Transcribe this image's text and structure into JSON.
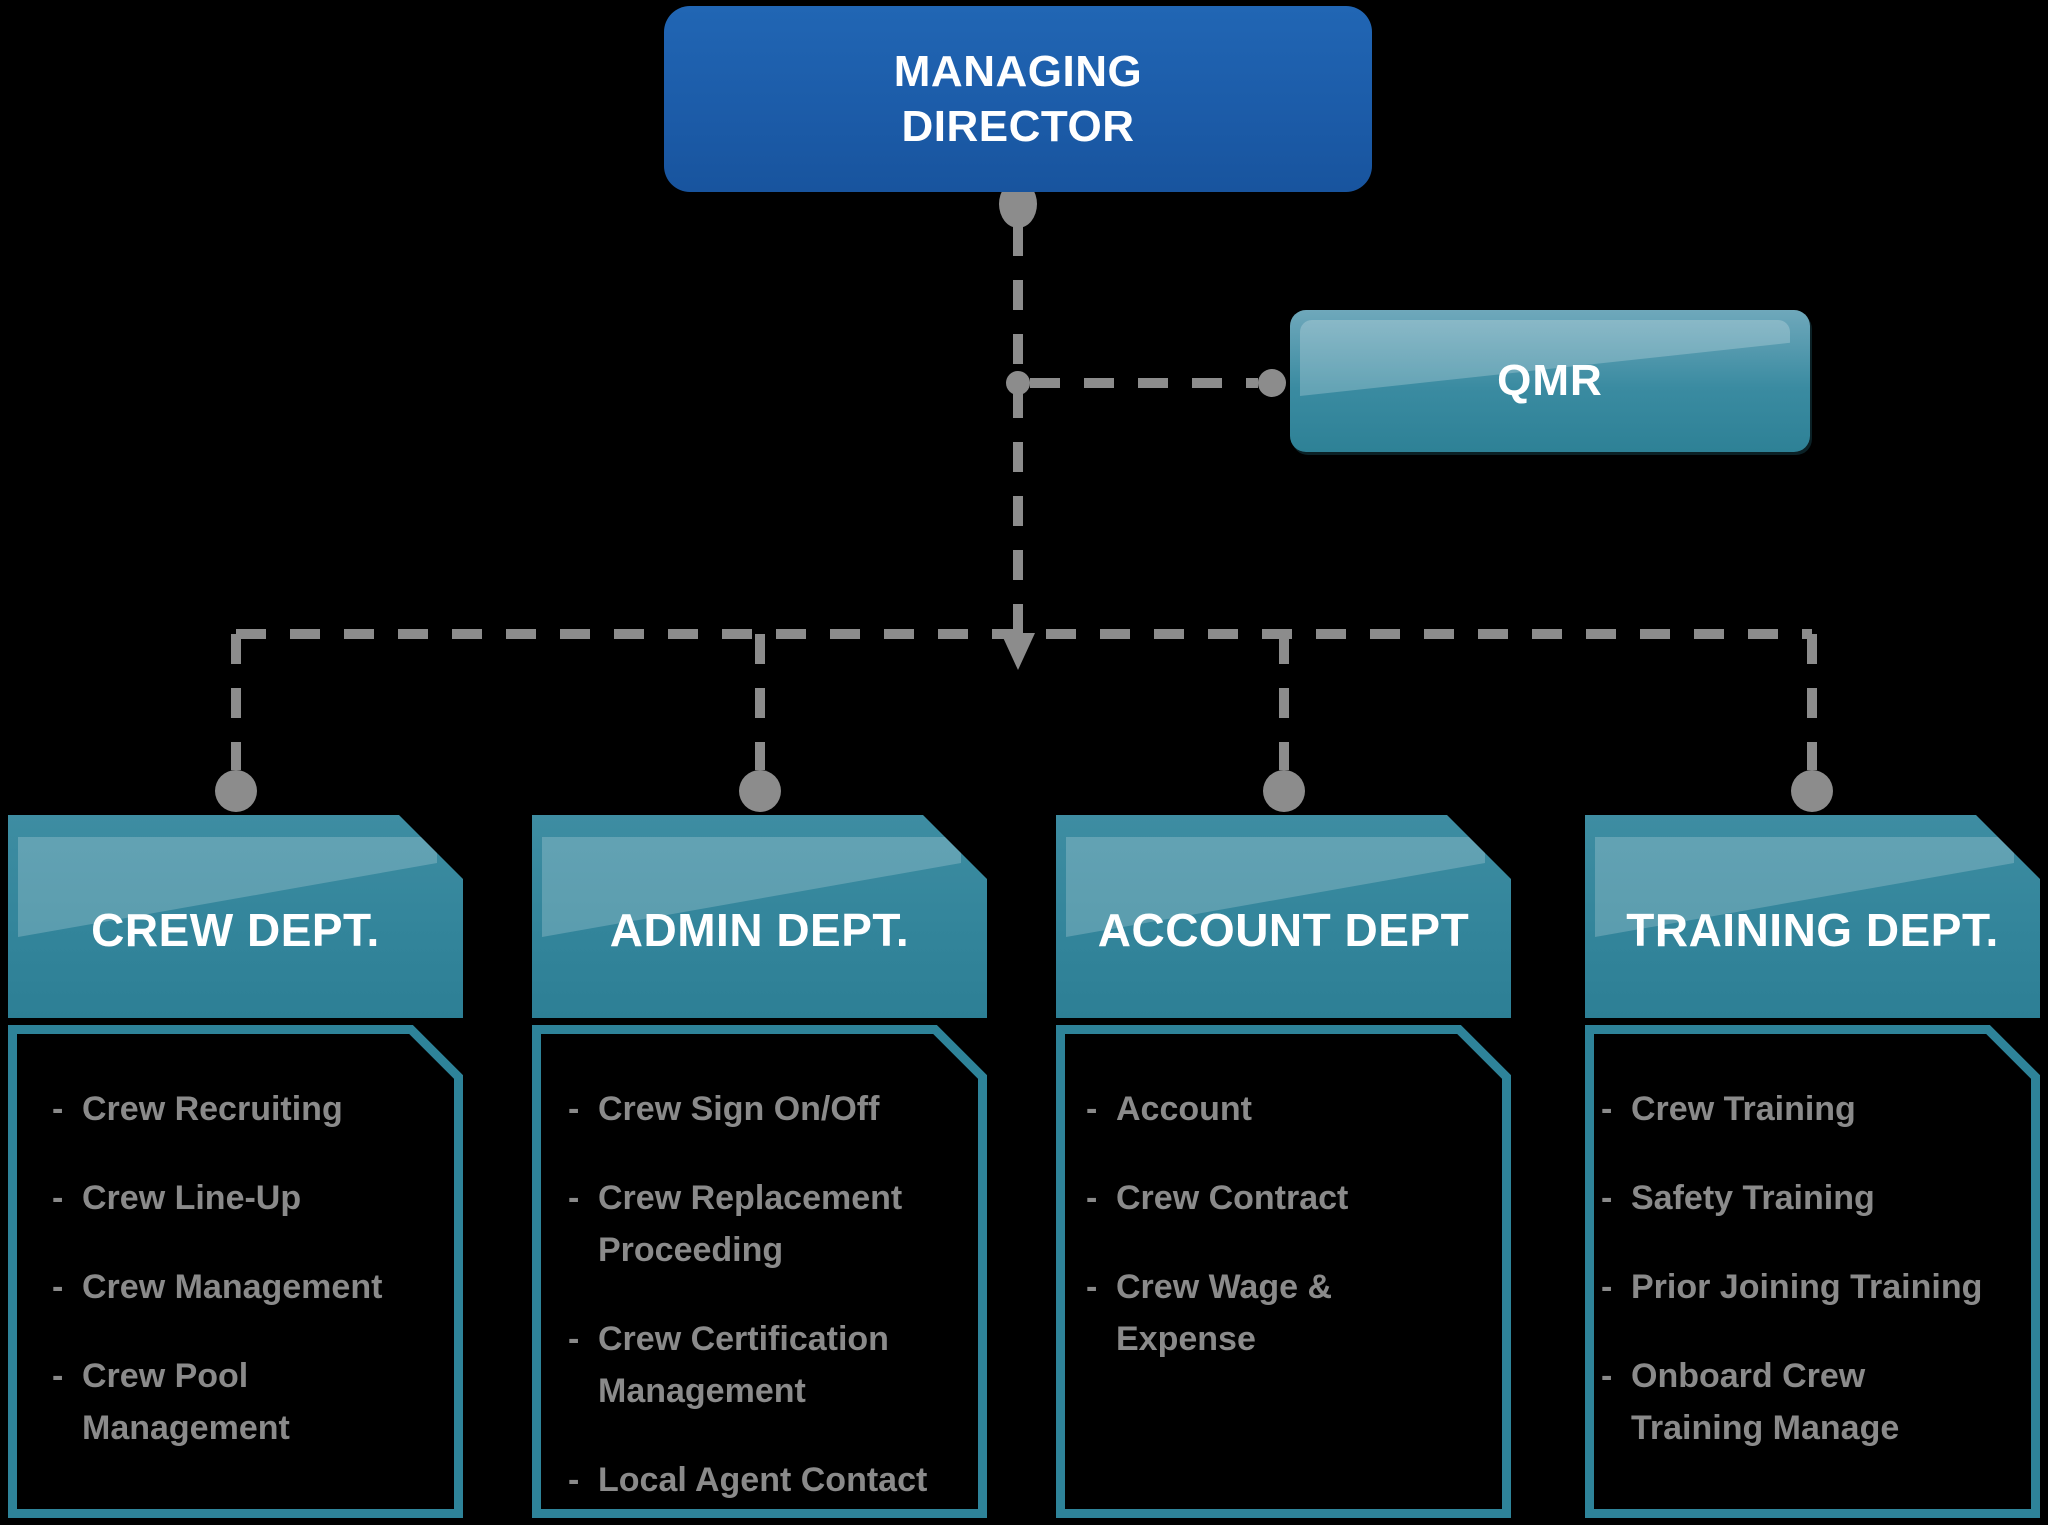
{
  "managing_director": {
    "label": "MANAGING\nDIRECTOR"
  },
  "qmr": {
    "label": "QMR"
  },
  "departments": [
    {
      "title": "CREW DEPT.",
      "items": [
        "Crew Recruiting",
        "Crew Line-Up",
        "Crew Management",
        "Crew Pool\nManagement"
      ]
    },
    {
      "title": "ADMIN DEPT.",
      "items": [
        "Crew Sign On/Off",
        "Crew Replacement\nProceeding",
        "Crew Certification\nManagement",
        "Local Agent Contact"
      ]
    },
    {
      "title": "ACCOUNT DEPT",
      "items": [
        "Account",
        "Crew Contract",
        "Crew Wage &\nExpense"
      ]
    },
    {
      "title": "TRAINING DEPT.",
      "items": [
        "Crew Training",
        "Safety Training",
        "Prior Joining Training",
        "Onboard Crew\nTraining Manage"
      ]
    }
  ],
  "list_style": {
    "bullet_char": "-"
  },
  "colors": {
    "background": "#000000",
    "md_blue": "#1c5ca9",
    "teal": "#33859b",
    "teal_border": "#2e8399",
    "connector_gray": "#8c8c8c",
    "list_text_gray": "#8a8a8a",
    "label_white": "#ffffff"
  }
}
